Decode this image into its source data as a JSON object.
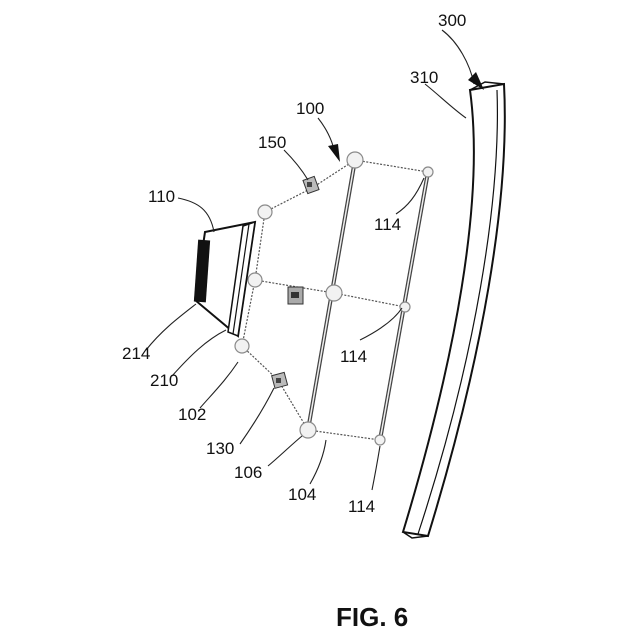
{
  "figure": {
    "caption": "FIG. 6",
    "reference_numerals": {
      "r300": "300",
      "r310": "310",
      "r100": "100",
      "r150": "150",
      "r110": "110",
      "r114a": "114",
      "r114b": "114",
      "r114c": "114",
      "r214": "214",
      "r210": "210",
      "r102": "102",
      "r130": "130",
      "r106": "106",
      "r104": "104"
    }
  }
}
